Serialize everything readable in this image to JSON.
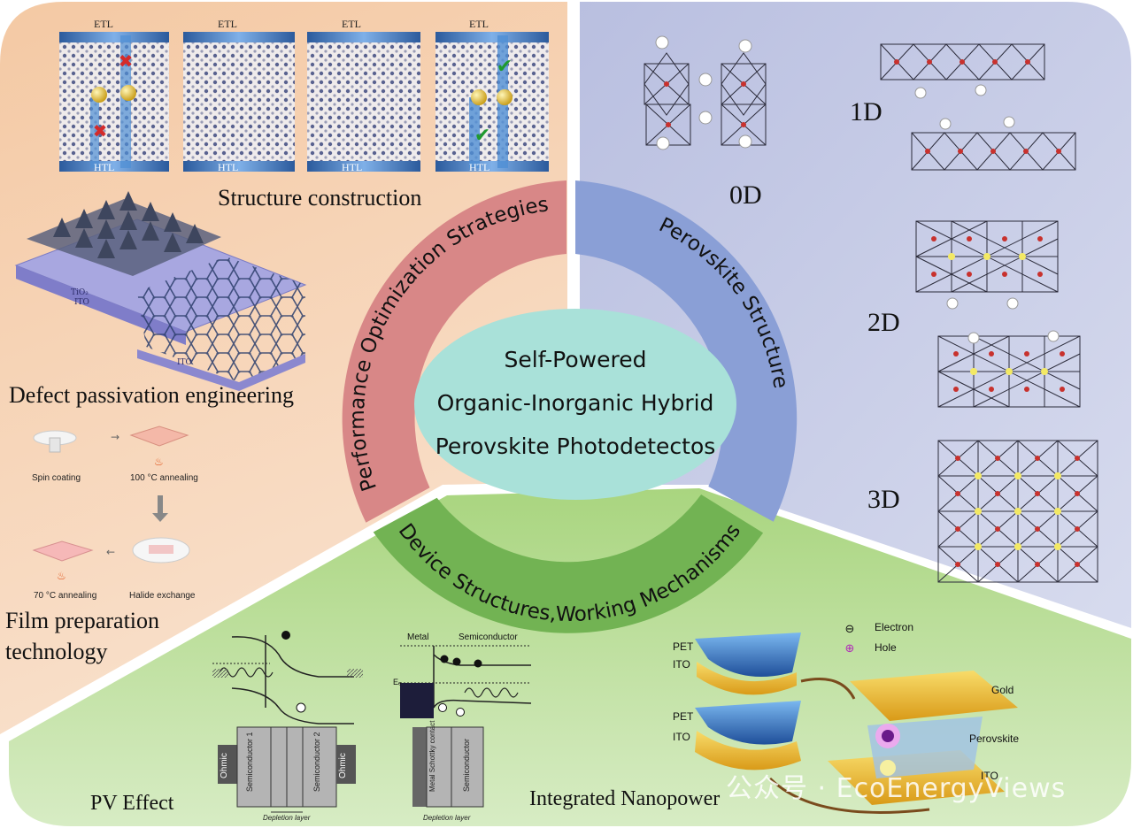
{
  "center": {
    "line1": "Self-Powered",
    "line2": "Organic-Inorganic Hybrid",
    "line3": "Perovskite Photodetectos"
  },
  "rings": {
    "optimization": "Performance Optimization Strategies",
    "structure": "Perovskite Structure",
    "device": "Device Structures,Working Mechanisms"
  },
  "optimization_panel": {
    "structure_construction": "Structure construction",
    "layer_top": "ETL",
    "layer_bottom": "HTL",
    "defect_passivation": "Defect passivation engineering",
    "substrate_tio2": "TiO₂",
    "substrate_ito": "ITO",
    "film_preparation_line1": "Film preparation",
    "film_preparation_line2": "technology",
    "steps": {
      "spin_coating": "Spin coating",
      "anneal_100": "100 °C annealing",
      "halide_exchange": "Halide exchange",
      "anneal_70": "70 °C annealing"
    }
  },
  "structure_panel": {
    "d0": "0D",
    "d1": "1D",
    "d2": "2D",
    "d3": "3D"
  },
  "device_panel": {
    "pv_effect": "PV Effect",
    "integrated_nanopower": "Integrated Nanopower",
    "ohmic": "Ohmic",
    "semiconductor_1": "Semiconductor 1",
    "semiconductor_2": "Semiconductor 2",
    "semiconductor": "Semiconductor",
    "metal_schottky": "Metal Schottky contact",
    "depletion_layer": "Depletion layer",
    "metal": "Metal",
    "ef": "Eₑ",
    "pet": "PET",
    "ito": "ITO",
    "electron": "Electron",
    "hole": "Hole",
    "gold": "Gold",
    "perovskite": "Perovskite"
  },
  "watermark": "公众号 · EcoEnergyViews",
  "colors": {
    "panel_left": "#f6d3b3",
    "panel_right": "#c8cde6",
    "panel_bottom": "#b9dc95",
    "ring_red": "#d48585",
    "ring_blue": "#7f95d1",
    "ring_green": "#6fb24f",
    "center_fill": "#a8e0d8"
  }
}
